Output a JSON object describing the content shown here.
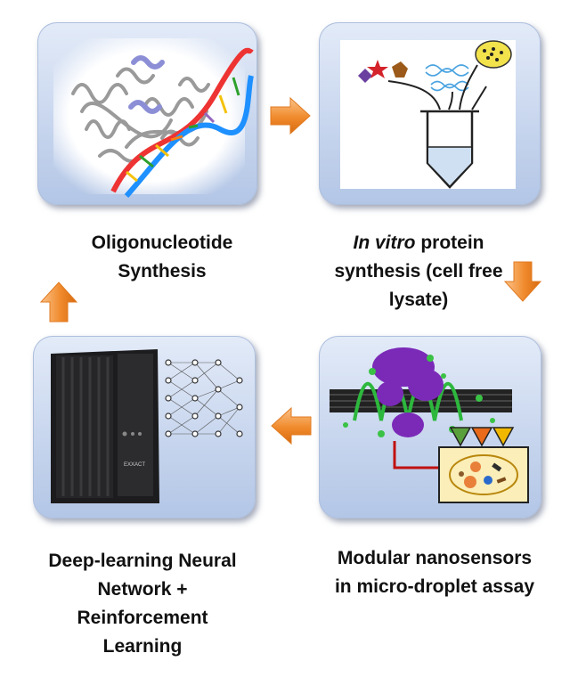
{
  "steps": [
    {
      "label": "Oligonucleotide Synthesis"
    },
    {
      "label_italic": "In vitro",
      "label_rest": " protein synthesis (cell free lysate)"
    },
    {
      "label": "Modular nanosensors in micro-droplet assay"
    },
    {
      "label": "Deep-learning Neural Network + Reinforcement Learning"
    }
  ],
  "computer_brand": "EXXACT",
  "colors": {
    "arrow": "#f08a2c",
    "tile_top": "#e3ebf8",
    "tile_bottom": "#b3c6e6"
  }
}
